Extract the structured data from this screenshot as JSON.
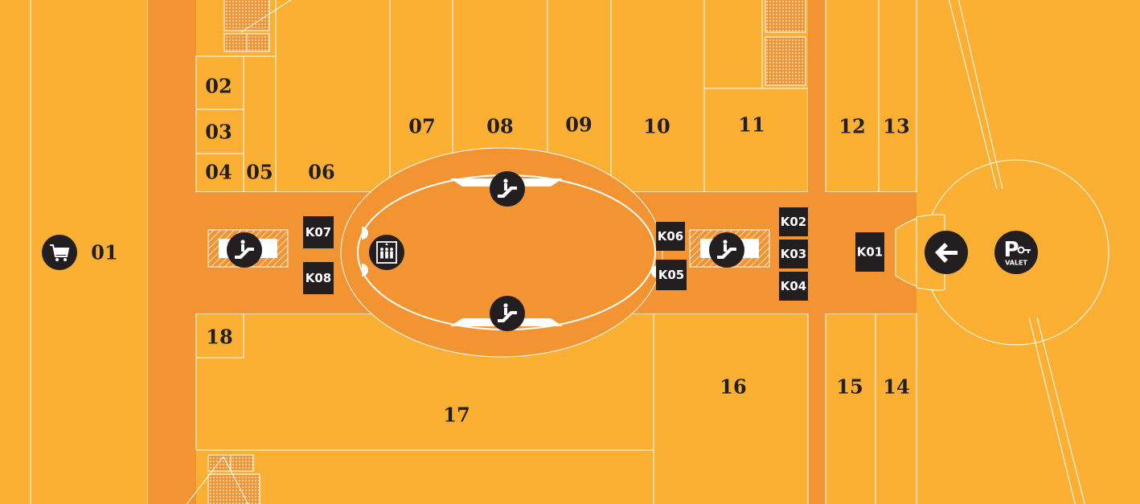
{
  "colors": {
    "unit_fill": "#FBB034",
    "corridor_fill": "#F39433",
    "label": "#231F20",
    "kiosk_fill": "#231F20",
    "kiosk_text": "#FFFFFF",
    "outline": "#FFFFFF"
  },
  "units": [
    {
      "id": "01",
      "label": "01"
    },
    {
      "id": "02",
      "label": "02"
    },
    {
      "id": "03",
      "label": "03"
    },
    {
      "id": "04",
      "label": "04"
    },
    {
      "id": "05",
      "label": "05"
    },
    {
      "id": "06",
      "label": "06"
    },
    {
      "id": "07",
      "label": "07"
    },
    {
      "id": "08",
      "label": "08"
    },
    {
      "id": "09",
      "label": "09"
    },
    {
      "id": "10",
      "label": "10"
    },
    {
      "id": "11",
      "label": "11"
    },
    {
      "id": "12",
      "label": "12"
    },
    {
      "id": "13",
      "label": "13"
    },
    {
      "id": "14",
      "label": "14"
    },
    {
      "id": "15",
      "label": "15"
    },
    {
      "id": "16",
      "label": "16"
    },
    {
      "id": "17",
      "label": "17"
    },
    {
      "id": "18",
      "label": "18"
    }
  ],
  "kiosks": [
    {
      "id": "K01",
      "label": "K01"
    },
    {
      "id": "K02",
      "label": "K02"
    },
    {
      "id": "K03",
      "label": "K03"
    },
    {
      "id": "K04",
      "label": "K04"
    },
    {
      "id": "K05",
      "label": "K05"
    },
    {
      "id": "K06",
      "label": "K06"
    },
    {
      "id": "K07",
      "label": "K07"
    },
    {
      "id": "K08",
      "label": "K08"
    }
  ],
  "icons": [
    {
      "name": "shopping-cart-icon"
    },
    {
      "name": "escalator-icon-west"
    },
    {
      "name": "elevator-icon"
    },
    {
      "name": "escalator-icon-north"
    },
    {
      "name": "escalator-icon-south"
    },
    {
      "name": "escalator-icon-east"
    },
    {
      "name": "entrance-arrow-icon"
    },
    {
      "name": "valet-parking-icon"
    }
  ],
  "valet": {
    "letter": "P",
    "text": "VALET"
  }
}
